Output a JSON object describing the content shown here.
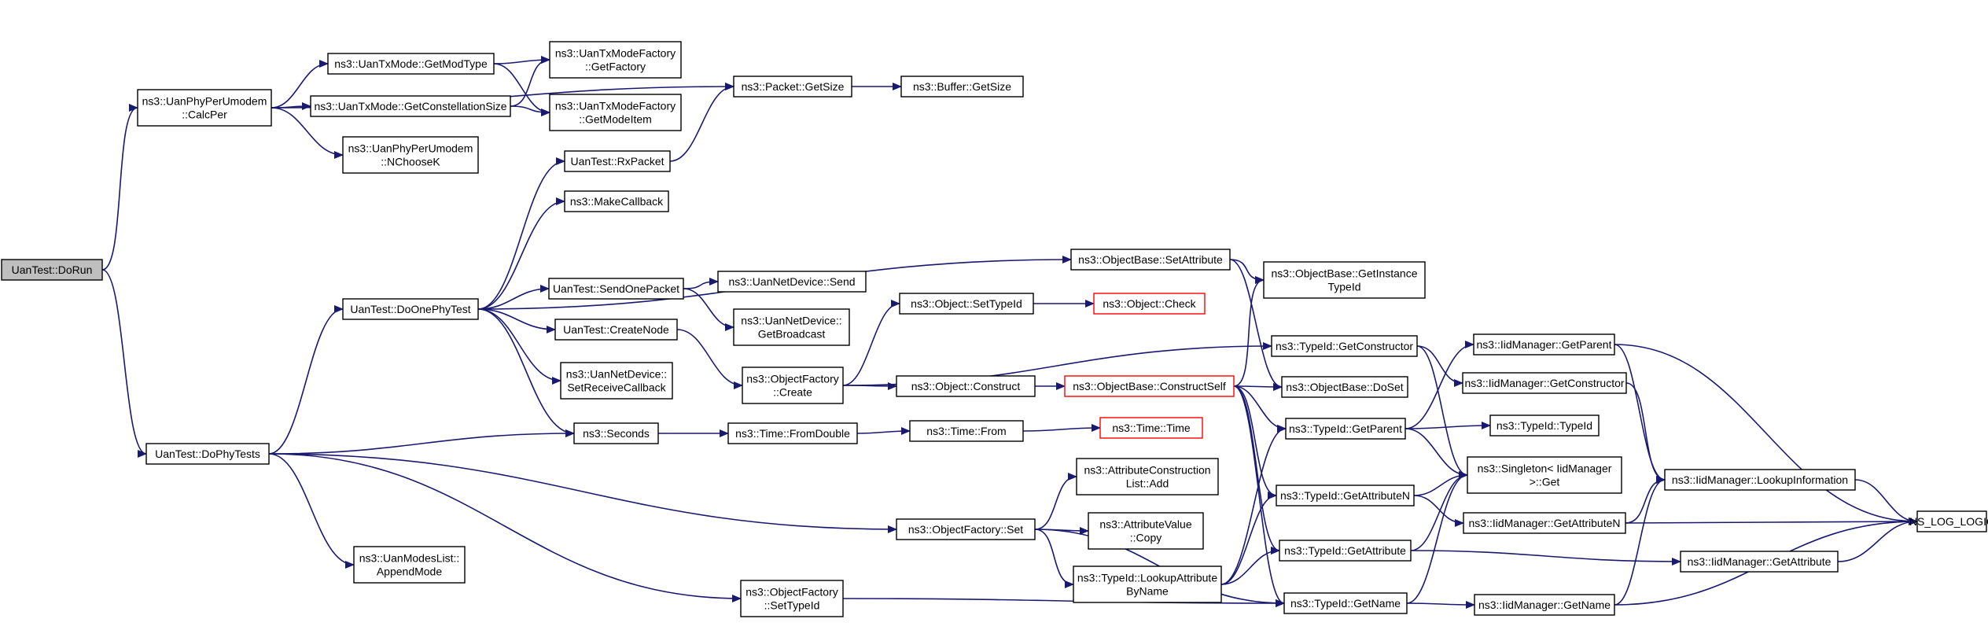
{
  "colors": {
    "node_border": "#000000",
    "node_fill": "#ffffff",
    "root_fill": "#bfbfbf",
    "truncated_border": "#ff0000",
    "edge": "#191970"
  },
  "nodes": [
    {
      "id": "dorun",
      "lines": [
        "UanTest::DoRun"
      ],
      "root": true
    },
    {
      "id": "calcper",
      "lines": [
        "ns3::UanPhyPerUmodem",
        "::CalcPer"
      ]
    },
    {
      "id": "dophytests",
      "lines": [
        "UanTest::DoPhyTests"
      ]
    },
    {
      "id": "getmodtype",
      "lines": [
        "ns3::UanTxMode::GetModType"
      ]
    },
    {
      "id": "getconst",
      "lines": [
        "ns3::UanTxMode::GetConstellationSize"
      ]
    },
    {
      "id": "nchoosek",
      "lines": [
        "ns3::UanPhyPerUmodem",
        "::NChooseK"
      ]
    },
    {
      "id": "getfactory",
      "lines": [
        "ns3::UanTxModeFactory",
        "::GetFactory"
      ]
    },
    {
      "id": "getmodeitem",
      "lines": [
        "ns3::UanTxModeFactory",
        "::GetModeItem"
      ]
    },
    {
      "id": "packetgetsize",
      "lines": [
        "ns3::Packet::GetSize"
      ]
    },
    {
      "id": "buffergetsize",
      "lines": [
        "ns3::Buffer::GetSize"
      ]
    },
    {
      "id": "doonephytest",
      "lines": [
        "UanTest::DoOnePhyTest"
      ]
    },
    {
      "id": "rxpacket",
      "lines": [
        "UanTest::RxPacket"
      ]
    },
    {
      "id": "makecallback",
      "lines": [
        "ns3::MakeCallback"
      ]
    },
    {
      "id": "sendonepacket",
      "lines": [
        "UanTest::SendOnePacket"
      ]
    },
    {
      "id": "createnode",
      "lines": [
        "UanTest::CreateNode"
      ]
    },
    {
      "id": "setreceivecb",
      "lines": [
        "ns3::UanNetDevice::",
        "SetReceiveCallback"
      ]
    },
    {
      "id": "seconds",
      "lines": [
        "ns3::Seconds"
      ]
    },
    {
      "id": "appendmode",
      "lines": [
        "ns3::UanModesList::",
        "AppendMode"
      ]
    },
    {
      "id": "netdevsend",
      "lines": [
        "ns3::UanNetDevice::Send"
      ]
    },
    {
      "id": "getbroadcast",
      "lines": [
        "ns3::UanNetDevice::",
        "GetBroadcast"
      ]
    },
    {
      "id": "ofcreate",
      "lines": [
        "ns3::ObjectFactory",
        "::Create"
      ]
    },
    {
      "id": "fromdouble",
      "lines": [
        "ns3::Time::FromDouble"
      ]
    },
    {
      "id": "ofset",
      "lines": [
        "ns3::ObjectFactory::Set"
      ]
    },
    {
      "id": "ofsettypeid",
      "lines": [
        "ns3::ObjectFactory",
        "::SetTypeId"
      ]
    },
    {
      "id": "objsettypeid",
      "lines": [
        "ns3::Object::SetTypeId"
      ]
    },
    {
      "id": "objconstruct",
      "lines": [
        "ns3::Object::Construct"
      ]
    },
    {
      "id": "timefrom",
      "lines": [
        "ns3::Time::From"
      ]
    },
    {
      "id": "setattribute",
      "lines": [
        "ns3::ObjectBase::SetAttribute"
      ]
    },
    {
      "id": "objcheck",
      "lines": [
        "ns3::Object::Check"
      ],
      "truncated": true
    },
    {
      "id": "constructself",
      "lines": [
        "ns3::ObjectBase::ConstructSelf"
      ],
      "truncated": true
    },
    {
      "id": "timetime",
      "lines": [
        "ns3::Time::Time"
      ],
      "truncated": true
    },
    {
      "id": "acladd",
      "lines": [
        "ns3::AttributeConstruction",
        "List::Add"
      ]
    },
    {
      "id": "avcopy",
      "lines": [
        "ns3::AttributeValue",
        "::Copy"
      ]
    },
    {
      "id": "lookupattr",
      "lines": [
        "ns3::TypeId::LookupAttribute",
        "ByName"
      ]
    },
    {
      "id": "getinstancetypeid",
      "lines": [
        "ns3::ObjectBase::GetInstance",
        "TypeId"
      ]
    },
    {
      "id": "tidgetconstructor",
      "lines": [
        "ns3::TypeId::GetConstructor"
      ]
    },
    {
      "id": "doset",
      "lines": [
        "ns3::ObjectBase::DoSet"
      ]
    },
    {
      "id": "tidgetparent",
      "lines": [
        "ns3::TypeId::GetParent"
      ]
    },
    {
      "id": "tidgetattrn",
      "lines": [
        "ns3::TypeId::GetAttributeN"
      ]
    },
    {
      "id": "tidgetattr",
      "lines": [
        "ns3::TypeId::GetAttribute"
      ]
    },
    {
      "id": "tidgetname",
      "lines": [
        "ns3::TypeId::GetName"
      ]
    },
    {
      "id": "iidgetparent",
      "lines": [
        "ns3::IidManager::GetParent"
      ]
    },
    {
      "id": "iidgetconstructor",
      "lines": [
        "ns3::IidManager::GetConstructor"
      ]
    },
    {
      "id": "typeidtypeid",
      "lines": [
        "ns3::TypeId::TypeId"
      ]
    },
    {
      "id": "singletonget",
      "lines": [
        "ns3::Singleton< IidManager",
        ">::Get"
      ]
    },
    {
      "id": "iidgetattrn",
      "lines": [
        "ns3::IidManager::GetAttributeN"
      ]
    },
    {
      "id": "iidgetname",
      "lines": [
        "ns3::IidManager::GetName"
      ]
    },
    {
      "id": "iidlookupinfo",
      "lines": [
        "ns3::IidManager::LookupInformation"
      ]
    },
    {
      "id": "iidgetattr",
      "lines": [
        "ns3::IidManager::GetAttribute"
      ]
    },
    {
      "id": "nslog",
      "lines": [
        "NS_LOG_LOGIC"
      ]
    }
  ],
  "edges": [
    [
      "dorun",
      "calcper"
    ],
    [
      "dorun",
      "dophytests"
    ],
    [
      "calcper",
      "getmodtype"
    ],
    [
      "calcper",
      "getconst"
    ],
    [
      "calcper",
      "nchoosek"
    ],
    [
      "calcper",
      "packetgetsize"
    ],
    [
      "getmodtype",
      "getfactory"
    ],
    [
      "getmodtype",
      "getmodeitem"
    ],
    [
      "getconst",
      "getfactory"
    ],
    [
      "getconst",
      "getmodeitem"
    ],
    [
      "packetgetsize",
      "buffergetsize"
    ],
    [
      "dophytests",
      "doonephytest"
    ],
    [
      "dophytests",
      "seconds"
    ],
    [
      "dophytests",
      "appendmode"
    ],
    [
      "dophytests",
      "ofset"
    ],
    [
      "dophytests",
      "ofsettypeid"
    ],
    [
      "doonephytest",
      "rxpacket"
    ],
    [
      "doonephytest",
      "makecallback"
    ],
    [
      "doonephytest",
      "sendonepacket"
    ],
    [
      "doonephytest",
      "createnode"
    ],
    [
      "doonephytest",
      "setreceivecb"
    ],
    [
      "doonephytest",
      "seconds"
    ],
    [
      "doonephytest",
      "setattribute"
    ],
    [
      "rxpacket",
      "packetgetsize"
    ],
    [
      "sendonepacket",
      "netdevsend"
    ],
    [
      "sendonepacket",
      "getbroadcast"
    ],
    [
      "createnode",
      "ofcreate"
    ],
    [
      "seconds",
      "fromdouble"
    ],
    [
      "fromdouble",
      "timefrom"
    ],
    [
      "timefrom",
      "timetime"
    ],
    [
      "ofcreate",
      "objsettypeid"
    ],
    [
      "ofcreate",
      "objconstruct"
    ],
    [
      "ofcreate",
      "tidgetconstructor"
    ],
    [
      "objsettypeid",
      "objcheck"
    ],
    [
      "objconstruct",
      "constructself"
    ],
    [
      "setattribute",
      "getinstancetypeid"
    ],
    [
      "setattribute",
      "doset"
    ],
    [
      "constructself",
      "getinstancetypeid"
    ],
    [
      "constructself",
      "doset"
    ],
    [
      "constructself",
      "tidgetparent"
    ],
    [
      "constructself",
      "tidgetattrn"
    ],
    [
      "constructself",
      "tidgetattr"
    ],
    [
      "constructself",
      "tidgetname"
    ],
    [
      "ofset",
      "acladd"
    ],
    [
      "ofset",
      "avcopy"
    ],
    [
      "ofset",
      "lookupattr"
    ],
    [
      "ofset",
      "tidgetname"
    ],
    [
      "ofsettypeid",
      "tidgetname"
    ],
    [
      "lookupattr",
      "tidgetparent"
    ],
    [
      "lookupattr",
      "tidgetattrn"
    ],
    [
      "lookupattr",
      "tidgetattr"
    ],
    [
      "tidgetconstructor",
      "iidgetconstructor"
    ],
    [
      "tidgetconstructor",
      "singletonget"
    ],
    [
      "tidgetparent",
      "iidgetparent"
    ],
    [
      "tidgetparent",
      "typeidtypeid"
    ],
    [
      "tidgetparent",
      "singletonget"
    ],
    [
      "tidgetattrn",
      "singletonget"
    ],
    [
      "tidgetattrn",
      "iidgetattrn"
    ],
    [
      "tidgetattr",
      "singletonget"
    ],
    [
      "tidgetattr",
      "iidgetattr"
    ],
    [
      "tidgetname",
      "singletonget"
    ],
    [
      "tidgetname",
      "iidgetname"
    ],
    [
      "iidgetparent",
      "iidlookupinfo"
    ],
    [
      "iidgetparent",
      "nslog"
    ],
    [
      "iidgetconstructor",
      "iidlookupinfo"
    ],
    [
      "iidgetattrn",
      "iidlookupinfo"
    ],
    [
      "iidgetattrn",
      "nslog"
    ],
    [
      "iidgetname",
      "iidlookupinfo"
    ],
    [
      "iidgetname",
      "nslog"
    ],
    [
      "iidgetattr",
      "nslog"
    ],
    [
      "iidlookupinfo",
      "nslog"
    ]
  ]
}
